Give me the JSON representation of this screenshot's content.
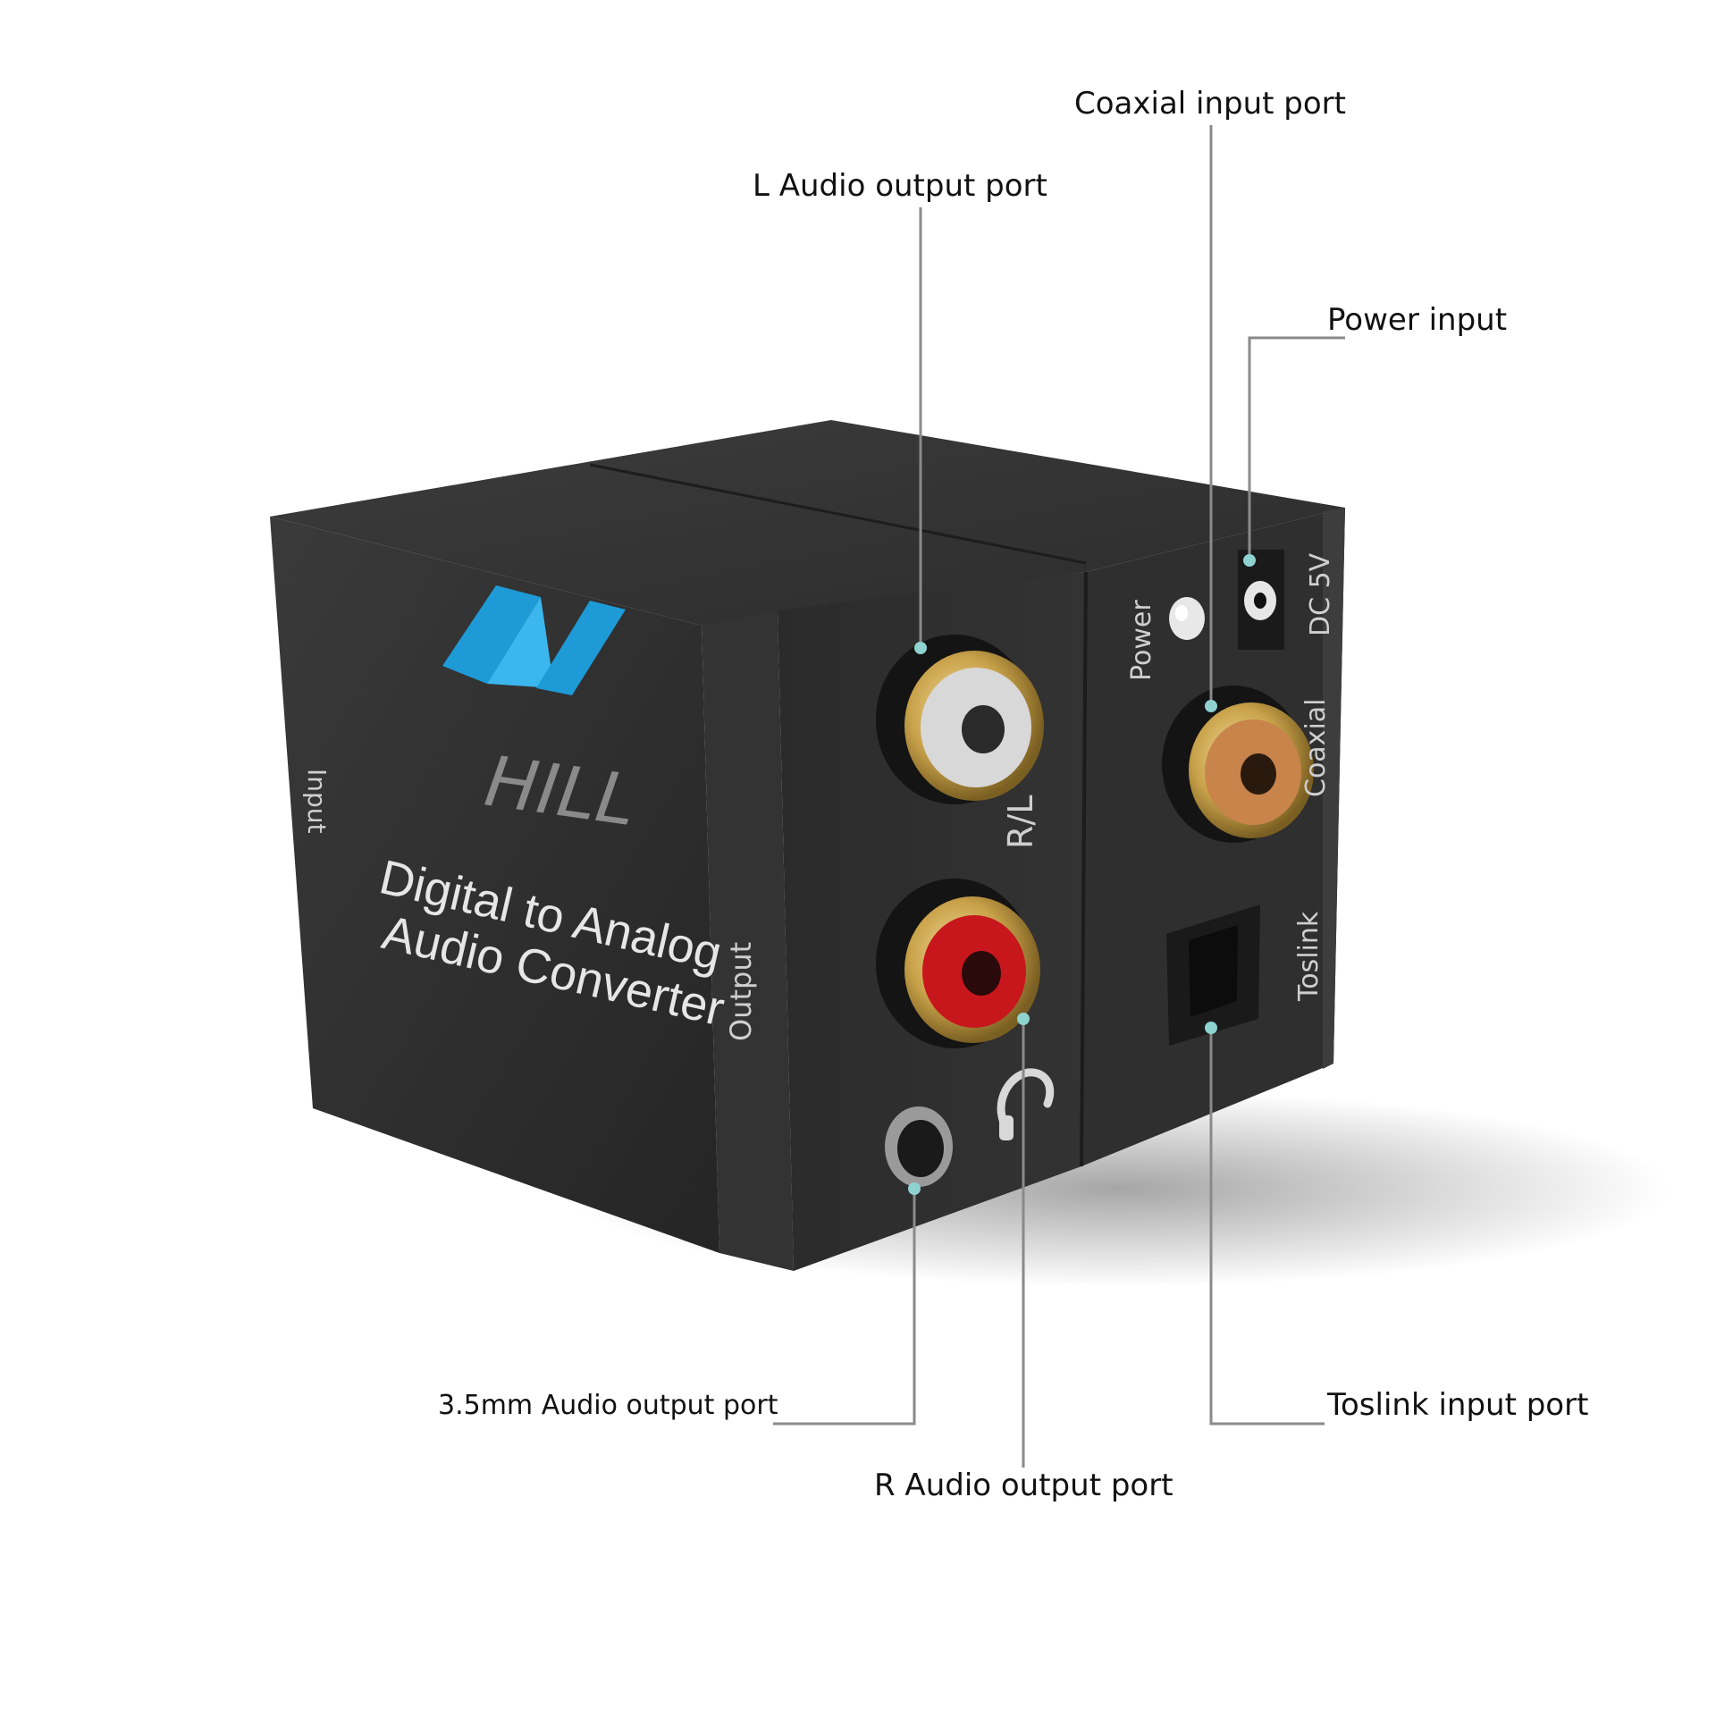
{
  "labels": {
    "coaxial_input_port": "Coaxial input port",
    "l_audio_output_port": "L Audio output port",
    "power_input": "Power input",
    "audio_35mm_output_port": "3.5mm Audio output port",
    "r_audio_output_port": "R Audio output port",
    "toslink_input_port": "Toslink input port"
  },
  "device": {
    "brand": "HILL",
    "product_name_line1": "Digital to Analog",
    "product_name_line2": "Audio Converter",
    "side_label_input": "Input",
    "side_label_output": "Output",
    "jack_label_rl": "R/L",
    "panel_label_power": "Power",
    "panel_label_dc": "DC 5V",
    "panel_label_coaxial": "Coaxial",
    "panel_label_toslink": "Toslink"
  },
  "colors": {
    "device_body": "#2d2d2d",
    "leader_line": "#8a8a8a",
    "leader_dot": "#8fd3d0",
    "logo_blue": "#1e9ad6",
    "rca_white": "#d8d8d8",
    "rca_red": "#c8161d",
    "rca_orange": "#c8844a",
    "gold_ring": "#c9a24a"
  }
}
